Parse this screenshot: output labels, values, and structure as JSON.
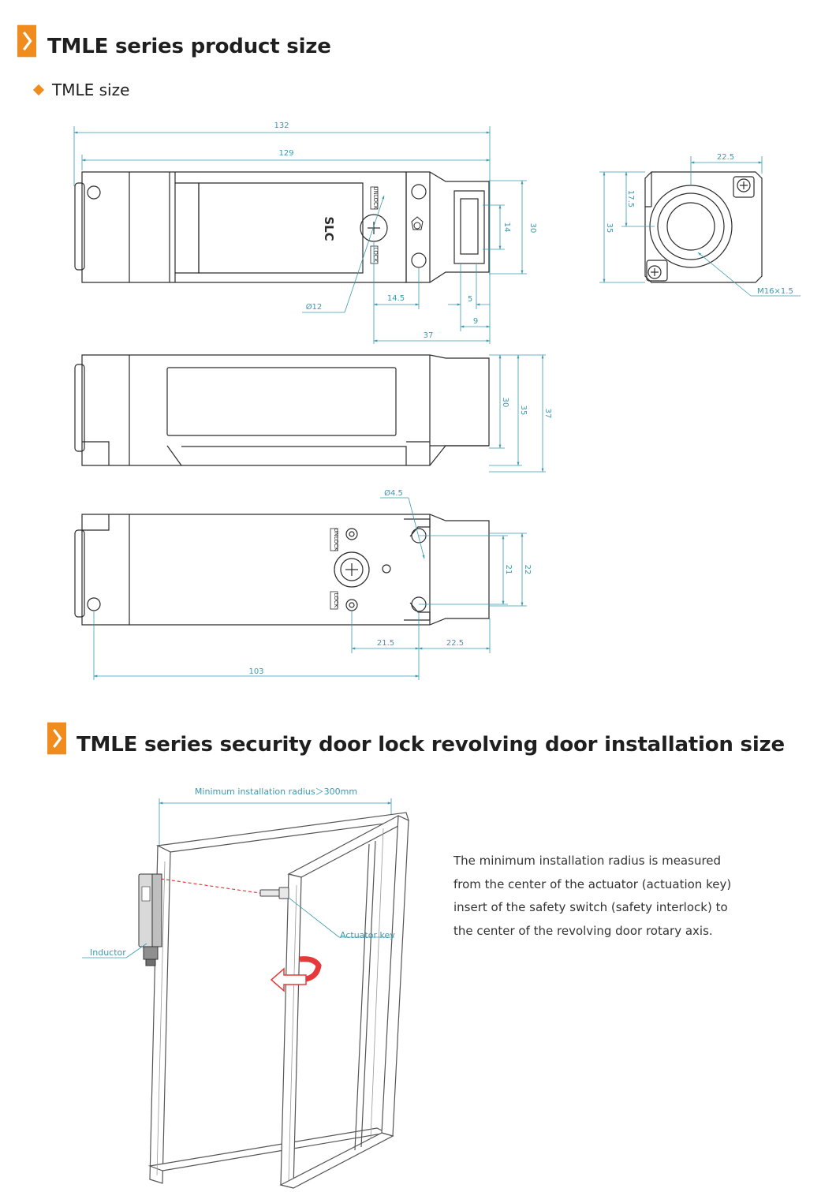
{
  "section1": {
    "title": "TMLE series product size",
    "subtitle": "TMLE size"
  },
  "section2": {
    "title": "TMLE series security door lock revolving door installation size"
  },
  "top_view": {
    "dim_overall": "132",
    "dim_body": "129",
    "dim_diameter": "Ø12",
    "dim_14_5": "14.5",
    "dim_5": "5",
    "dim_9": "9",
    "dim_37": "37",
    "dim_14": "14",
    "dim_30": "30",
    "label_unlock": "UNLOCK",
    "label_lock": "LOCK",
    "logo_text": "SLC"
  },
  "end_view": {
    "dim_22_5": "22.5",
    "dim_17_5": "17.5",
    "dim_35": "35",
    "thread": "M16×1.5"
  },
  "side_view": {
    "dim_30": "30",
    "dim_35": "35",
    "dim_37": "37"
  },
  "bottom_view": {
    "dim_hole": "Ø4.5",
    "dim_21": "21",
    "dim_22": "22",
    "dim_21_5": "21.5",
    "dim_22_5": "22.5",
    "dim_103": "103",
    "label_unlock": "UNLOCK",
    "label_lock": "LOCK"
  },
  "door": {
    "radius_label": "Minimum installation radius＞300mm",
    "inductor_label": "Inductor",
    "actuator_label": "Actuator key"
  },
  "description": [
    "The minimum installation radius is measured",
    "from the center of the actuator (actuation key)",
    "insert of the safety switch (safety interlock) to",
    "the center of the revolving door rotary axis."
  ],
  "colors": {
    "accent": "#f08c1e",
    "dimension": "#3a9ab0",
    "outline": "#2b2b2b",
    "rotation": "#e63a3a"
  }
}
